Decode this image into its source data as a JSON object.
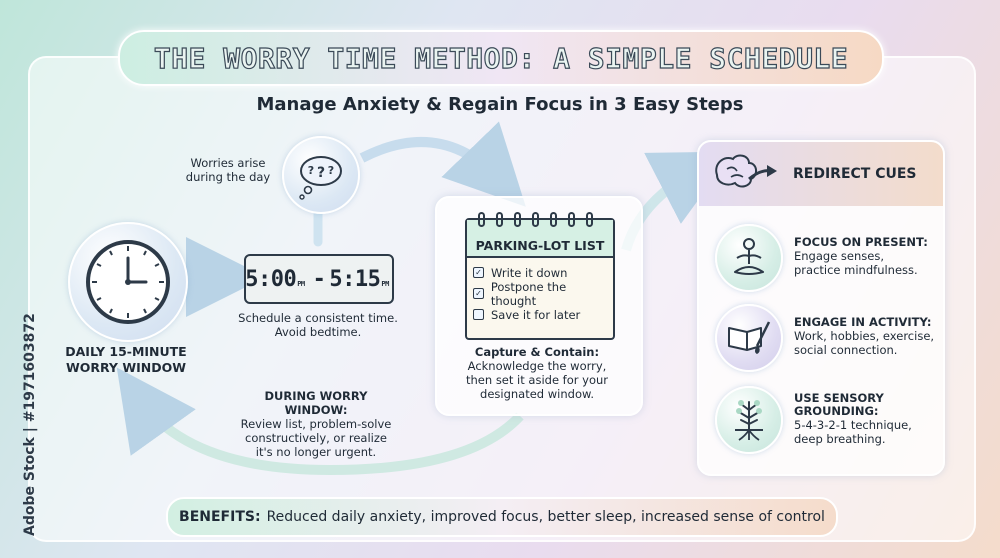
{
  "title": "THE WORRY TIME METHOD: A SIMPLE SCHEDULE",
  "subtitle": "Manage Anxiety & Regain Focus in 3 Easy Steps",
  "worries": {
    "line1": "Worries arise",
    "line2": "during the day",
    "icon": "thought-bubble-icon"
  },
  "clock": {
    "label_line1": "DAILY 15-MINUTE",
    "label_line2": "WORRY WINDOW",
    "icon": "analog-clock-icon"
  },
  "schedule": {
    "start": "5:00",
    "end": "5:15",
    "am_pm": "PM",
    "separator": "-",
    "caption_line1": "Schedule a consistent time.",
    "caption_line2": "Avoid bedtime."
  },
  "parking_lot": {
    "title": "PARKING-LOT LIST",
    "items": [
      "Write it down",
      "Postpone the thought",
      "Save it for later"
    ],
    "checked": [
      true,
      true,
      false
    ],
    "caption_title": "Capture & Contain:",
    "caption_lines": [
      "Acknowledge the worry,",
      "then set it aside for your",
      "designated window."
    ]
  },
  "during": {
    "title": "DURING WORRY WINDOW:",
    "lines": [
      "Review list, problem-solve",
      "constructively, or realize",
      "it's no longer urgent."
    ]
  },
  "redirect": {
    "title": "REDIRECT CUES",
    "icon": "brain-arrow-icon",
    "tips": [
      {
        "title": "FOCUS ON PRESENT:",
        "title2": "",
        "lines": [
          "Engage senses,",
          "practice mindfulness."
        ],
        "icon": "meditation-icon"
      },
      {
        "title": "ENGAGE IN ACTIVITY:",
        "title2": "",
        "lines": [
          "Work, hobbies, exercise,",
          "social connection."
        ],
        "icon": "book-brush-icon"
      },
      {
        "title": "USE SENSORY",
        "title2": "GROUNDING:",
        "lines": [
          "5-4-3-2-1 technique,",
          "deep breathing."
        ],
        "icon": "tree-roots-icon"
      }
    ]
  },
  "benefits": {
    "label": "BENEFITS:",
    "text": "Reduced daily anxiety, improved focus, better sleep, increased sense of control"
  },
  "watermark": "Adobe Stock | #1971603872",
  "colors": {
    "mint": "#d6f0e4",
    "lavender": "#e3dcf2",
    "peach": "#f3dccb",
    "ink": "#2d3a48",
    "arrow": "#bcd6e8"
  }
}
